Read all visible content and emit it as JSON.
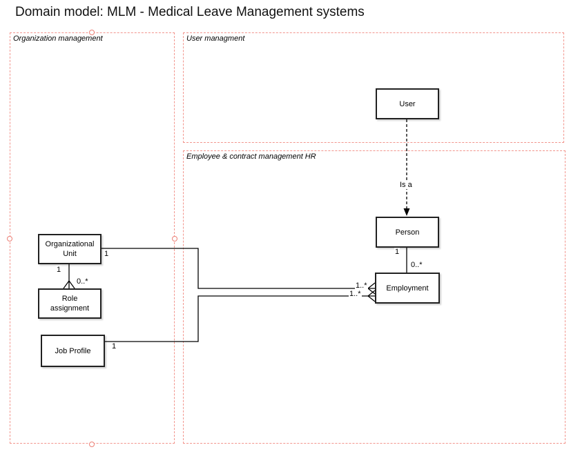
{
  "title": "Domain model: MLM - Medical Leave Management systems",
  "colors": {
    "container_border": "#f2948c",
    "handle_border": "#ec7f75",
    "entity_border": "#202020",
    "line": "#000000",
    "background": "#ffffff",
    "text": "#000000"
  },
  "containers": {
    "organization_management": {
      "label": "Organization management"
    },
    "user_management": {
      "label": "User managment"
    },
    "employee_contract_management": {
      "label": "Employee & contract management HR"
    }
  },
  "entities": {
    "user": {
      "label": "User"
    },
    "person": {
      "label": "Person"
    },
    "employment": {
      "label": "Employment"
    },
    "organizational_unit": {
      "label": "Organizational Unit"
    },
    "role_assignment": {
      "label": "Role assignment"
    },
    "job_profile": {
      "label": "Job Profile"
    }
  },
  "edges": {
    "user_person": {
      "label": "Is a",
      "style": "dashed-arrow"
    },
    "person_employment": {
      "source_multiplicity": "1",
      "target_multiplicity": "0..*"
    },
    "orgunit_employment": {
      "source_multiplicity": "1",
      "target_multiplicity": "1..*"
    },
    "jobprofile_employment": {
      "source_multiplicity": "1",
      "target_multiplicity": "1..*"
    },
    "orgunit_roleassignment": {
      "source_multiplicity": "1",
      "target_multiplicity": "0..*"
    }
  }
}
